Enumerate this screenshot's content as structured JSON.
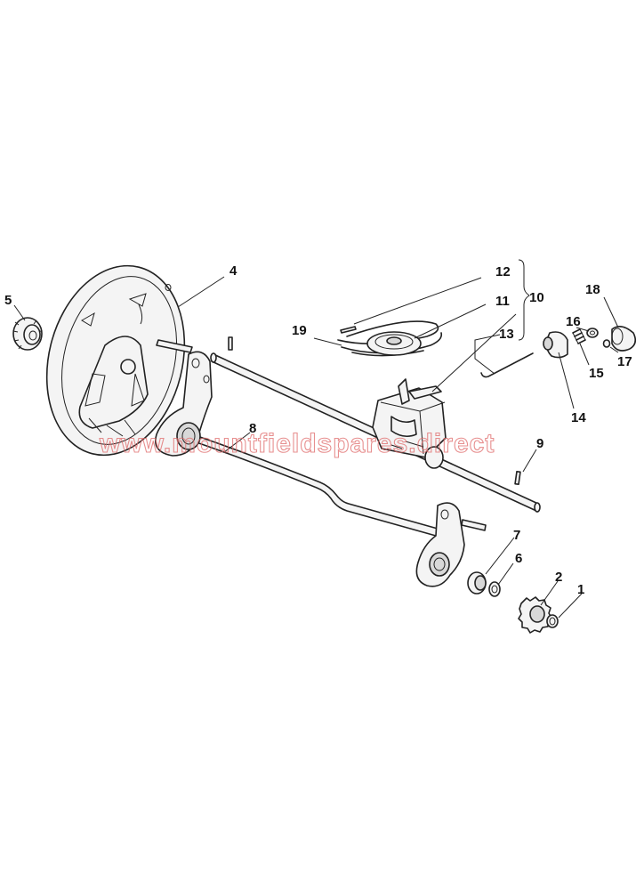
{
  "diagram": {
    "watermark": "www.mountfieldspares.direct",
    "callouts": {
      "c1": "1",
      "c2": "2",
      "c3": "4",
      "c4": "5",
      "c5": "6",
      "c6": "7",
      "c7": "8",
      "c8": "9",
      "c9": "10",
      "c10": "11",
      "c11": "12",
      "c12": "13",
      "c13": "14",
      "c14": "15",
      "c15": "16",
      "c16": "17",
      "c17": "18",
      "c18": "19"
    }
  }
}
